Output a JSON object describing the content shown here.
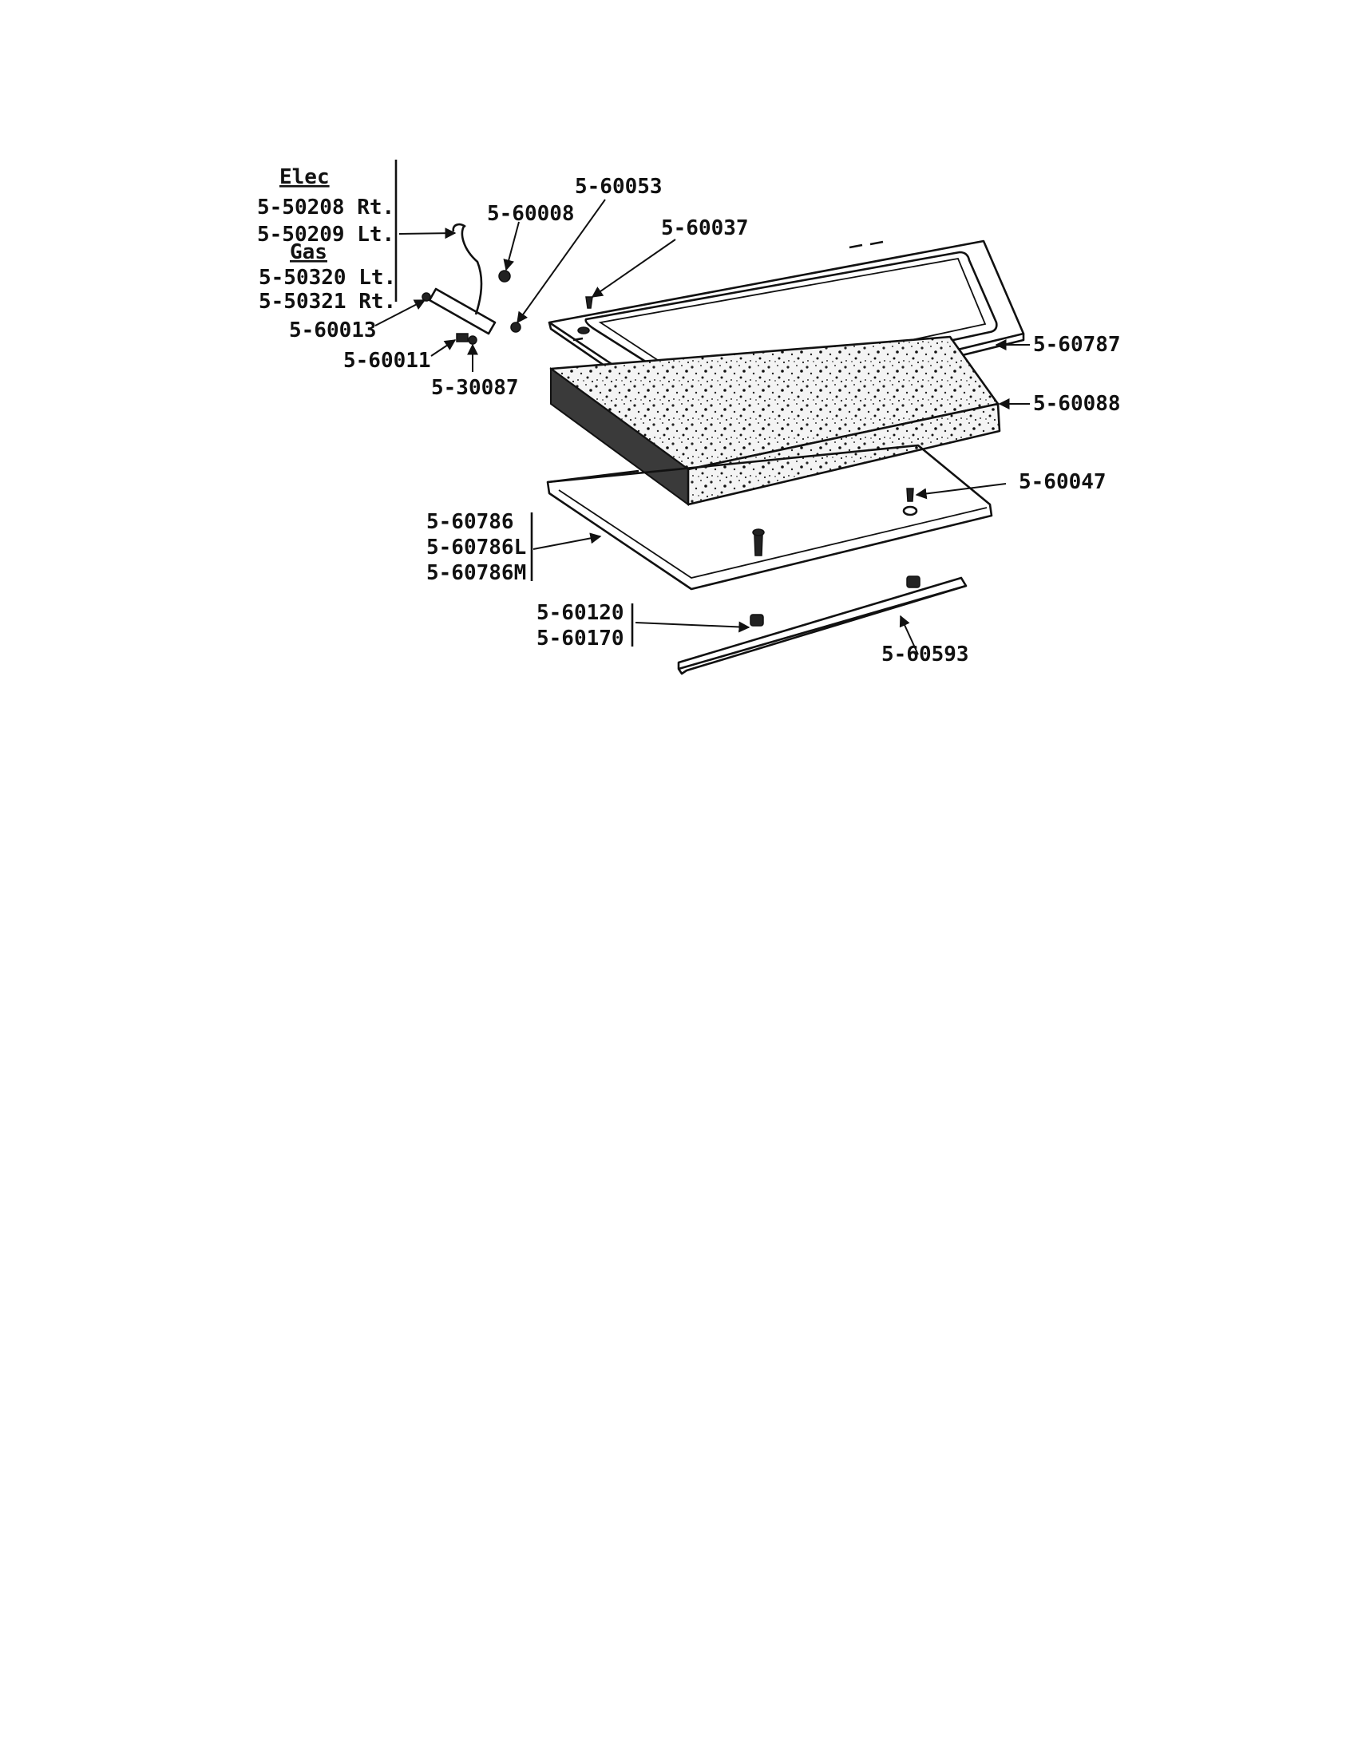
{
  "callouts": {
    "elec_heading": "Elec",
    "elec_right": "5-50208 Rt.",
    "elec_left": "5-50209 Lt.",
    "gas_heading": "Gas",
    "gas_left": "5-50320 Lt.",
    "gas_right": "5-50321 Rt.",
    "hinge_pin": "5-60013",
    "screw_small": "5-60011",
    "bushing": "5-30087",
    "hinge_screw": "5-60008",
    "hinge_link": "5-60053",
    "top_screw": "5-60037",
    "top_panel": "5-60787",
    "insulation": "5-60088",
    "frame_screw": "5-60047",
    "frame_a": "5-60786",
    "frame_b": "5-60786L",
    "frame_c": "5-60786M",
    "bumper_a": "5-60120",
    "bumper_b": "5-60170",
    "handle": "5-60593"
  }
}
